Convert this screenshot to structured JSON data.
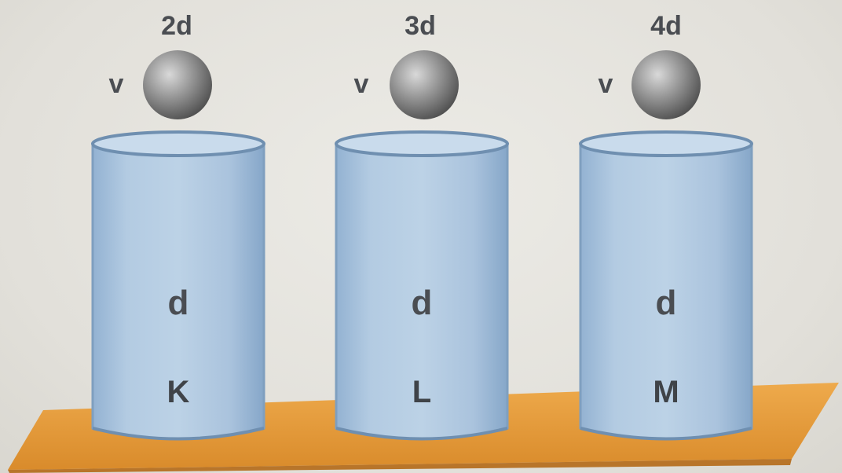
{
  "containers": [
    {
      "name": "K",
      "liquid_density": "d",
      "ball_density": "2d",
      "ball_velocity": "v"
    },
    {
      "name": "L",
      "liquid_density": "d",
      "ball_density": "3d",
      "ball_velocity": "v"
    },
    {
      "name": "M",
      "liquid_density": "d",
      "ball_density": "4d",
      "ball_velocity": "v"
    }
  ],
  "colors": {
    "liquid": "#a9c3dc",
    "liquid_edge": "#7f9fbf",
    "shelf": "#e49a3c",
    "ball": "#8c8c8c"
  }
}
